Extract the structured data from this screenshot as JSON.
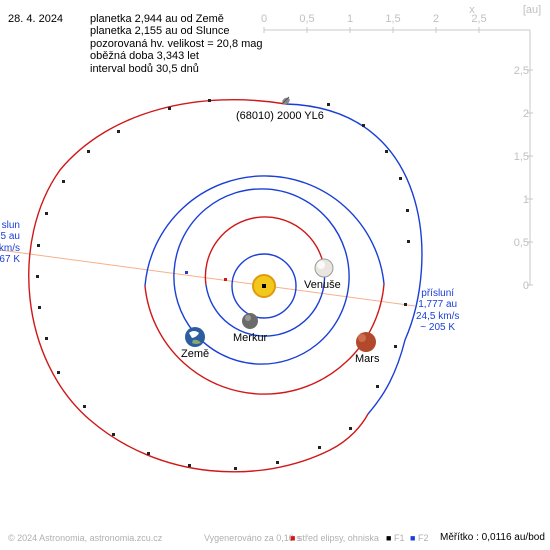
{
  "date": "28. 4. 2024",
  "info_lines": [
    "planetka 2,944 au od Země",
    "planetka 2,155 au od Slunce",
    "pozorovaná hv. velikost = 20,8 mag",
    "oběžná doba 3,343 let",
    "interval bodů 30,5 dnů"
  ],
  "axes": {
    "x_label": "x",
    "unit_label": "[au]",
    "x_ticks": [
      "0",
      "0,5",
      "1",
      "1,5",
      "2",
      "2,5"
    ],
    "y_ticks": [
      "2,5",
      "2",
      "1,5",
      "1",
      "0,5",
      "0"
    ]
  },
  "asteroid": {
    "name": "(68010) 2000 YL6"
  },
  "planets": {
    "venus": "Venuše",
    "earth": "Země",
    "mercury": "Merkur",
    "mars": "Mars"
  },
  "perihelion": {
    "title": "přísluní",
    "distance": "1,777 au",
    "speed": "24,5 km/s",
    "temperature": "~ 205 K"
  },
  "aphelion_partial": {
    "title": "slun",
    "distance": "5 au",
    "speed": "km/s",
    "temperature": "67 K"
  },
  "footer": {
    "copyright": "© 2024 Astronomia, astronomia.zcu.cz",
    "generated": "Vygenerováno za 0,10 s",
    "legend_center": "střed elipsy, ohniska",
    "f1": "F1",
    "f2": "F2",
    "scale": "Měřítko : 0,0116 au/bod"
  },
  "colors": {
    "orbit_outside_ecliptic_north": "#d01818",
    "orbit_south": "#1a3fd6",
    "apsis_line": "#f5b08a",
    "axis_grey": "#c0c0c0",
    "sun": "#f2c81e"
  }
}
